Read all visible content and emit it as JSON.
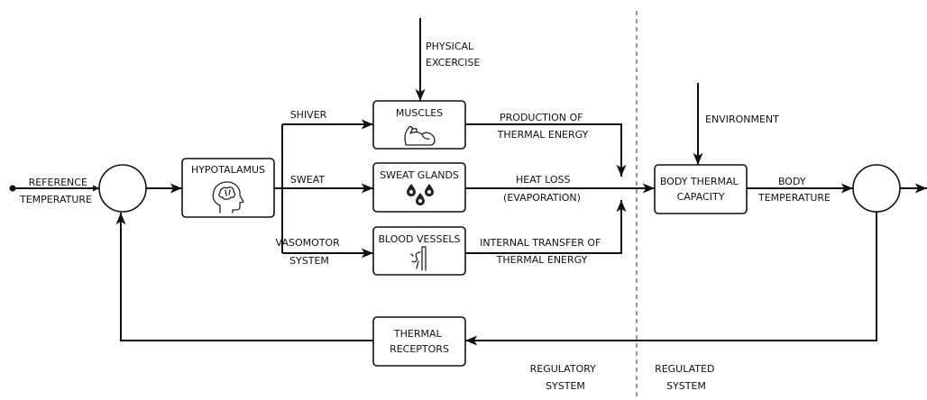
{
  "inputs": {
    "reference": [
      "REFERENCE",
      "TEMPERATURE"
    ],
    "exercise": [
      "PHYSICAL",
      "EXCERCISE"
    ],
    "environment": "ENVIRONMENT"
  },
  "blocks": {
    "hypotalamus": "HYPOTALAMUS",
    "muscles": "MUSCLES",
    "sweat_glands": "SWEAT GLANDS",
    "blood_vessels": "BLOOD VESSELS",
    "body_capacity": [
      "BODY THERMAL",
      "CAPACITY"
    ],
    "receptors": [
      "THERMAL",
      "RECEPTORS"
    ]
  },
  "signals": {
    "shiver": "SHIVER",
    "sweat": "SWEAT",
    "vasomotor": [
      "VASOMOTOR",
      "SYSTEM"
    ],
    "production": [
      "PRODUCTION OF",
      "THERMAL ENERGY"
    ],
    "heat_loss": [
      "HEAT LOSS",
      "(EVAPORATION)"
    ],
    "internal_transfer": [
      "INTERNAL TRANSFER OF",
      "THERMAL ENERGY"
    ],
    "body_temperature": [
      "BODY",
      "TEMPERATURE"
    ]
  },
  "regions": {
    "regulatory": [
      "REGULATORY",
      "SYSTEM"
    ],
    "regulated": [
      "REGULATED",
      "SYSTEM"
    ]
  },
  "icons": {
    "hypotalamus": "brain-head-icon",
    "muscles": "flexed-arm-icon",
    "sweat_glands": "water-drops-icon",
    "blood_vessels": "blood-vessel-icon"
  }
}
